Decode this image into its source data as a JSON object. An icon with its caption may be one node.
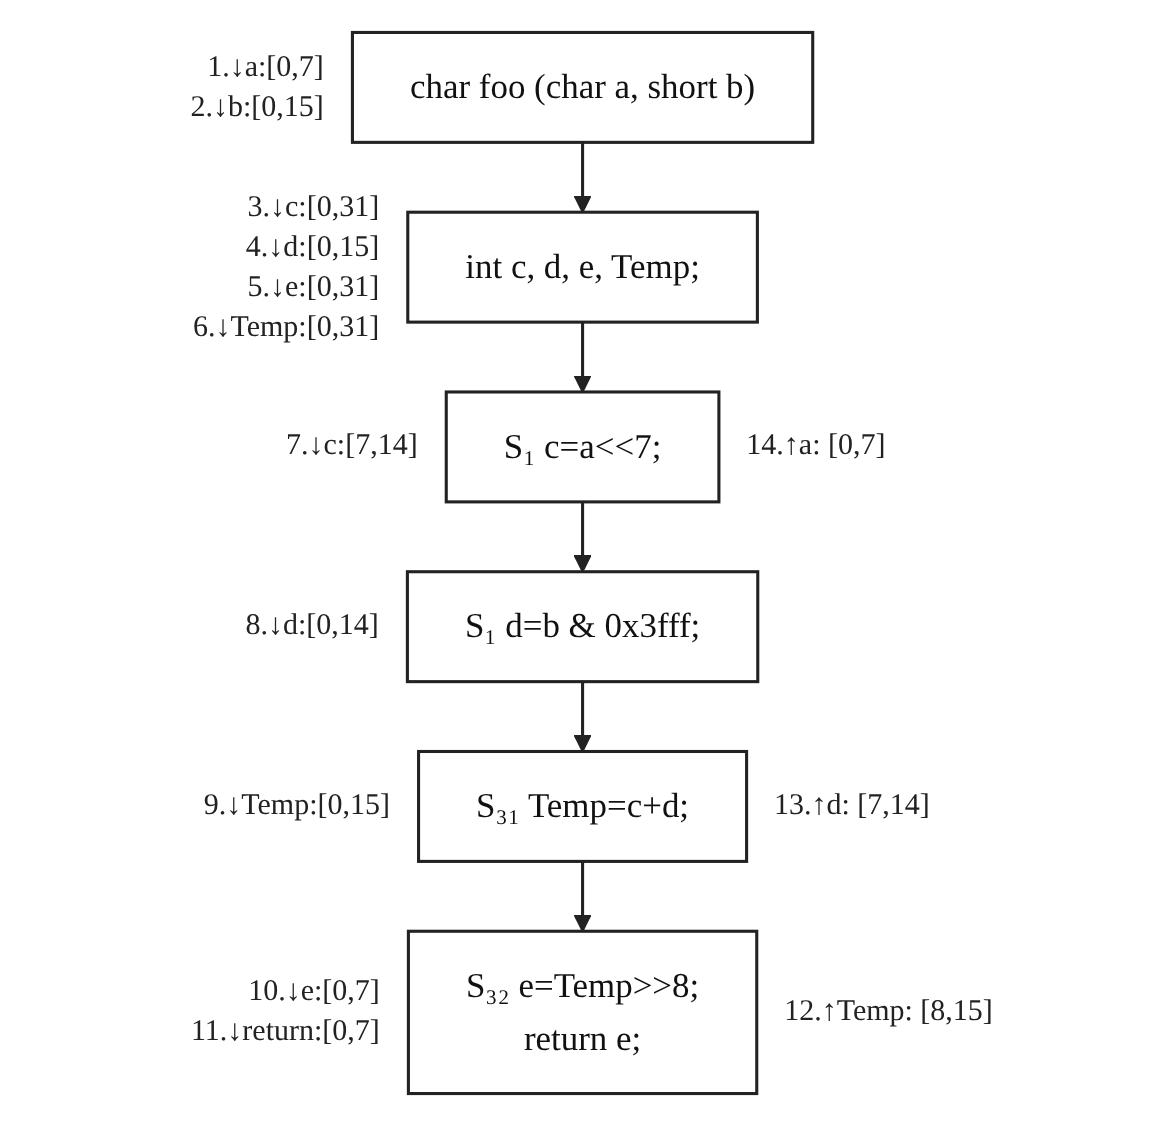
{
  "diagram": {
    "nodes": [
      {
        "text": [
          "char foo (char a, short b)"
        ],
        "beside": [
          "1.↓a:[0,7]",
          "2.↓b:[0,15]"
        ]
      },
      {
        "text": [
          "int c, d, e, Temp;"
        ],
        "beside": [
          "3.↓c:[0,31]",
          "4.↓d:[0,15]",
          "5.↓e:[0,31]",
          "6.↓Temp:[0,31]"
        ]
      },
      {
        "text": [
          "S₁ c=a<<7;"
        ],
        "beside": [
          "7.↓c:[7,14]",
          "14.↑a: [0,7]"
        ]
      },
      {
        "text": [
          "S₁ d=b & 0x3fff;"
        ],
        "beside": [
          "8.↓d:[0,14]"
        ]
      },
      {
        "text": [
          "S₃₁ Temp=c+d;"
        ],
        "beside": [
          "9.↓Temp:[0,15]",
          "13.↑d: [7,14]"
        ]
      },
      {
        "text": [
          "S₃₂ e=Temp>>8;",
          "return e;"
        ],
        "beside": [
          "10.↓e:[0,7]",
          "11.↓return:[0,7]",
          "12.↑Temp: [8,15]"
        ]
      }
    ],
    "edges": [
      {
        "from": 0,
        "to": 1,
        "arrow": "to"
      },
      {
        "from": 1,
        "to": 2,
        "arrow": "to"
      },
      {
        "from": 2,
        "to": 3,
        "arrow": "to"
      },
      {
        "from": 3,
        "to": 4,
        "arrow": "to"
      },
      {
        "from": 4,
        "to": 5,
        "arrow": "to"
      }
    ]
  }
}
